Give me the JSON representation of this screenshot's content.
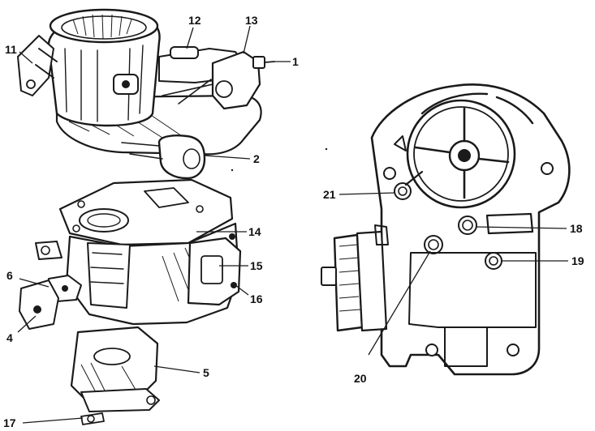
{
  "ink_color": "#1a1a1a",
  "paper_color": "#ffffff",
  "callouts": {
    "c1": "1",
    "c2": "2",
    "c4": "4",
    "c5": "5",
    "c6": "6",
    "c11": "11",
    "c12": "12",
    "c13": "13",
    "c14": "14",
    "c15": "15",
    "c16": "16",
    "c17": "17",
    "c18": "18",
    "c19": "19",
    "c20": "20",
    "c21": "21"
  }
}
